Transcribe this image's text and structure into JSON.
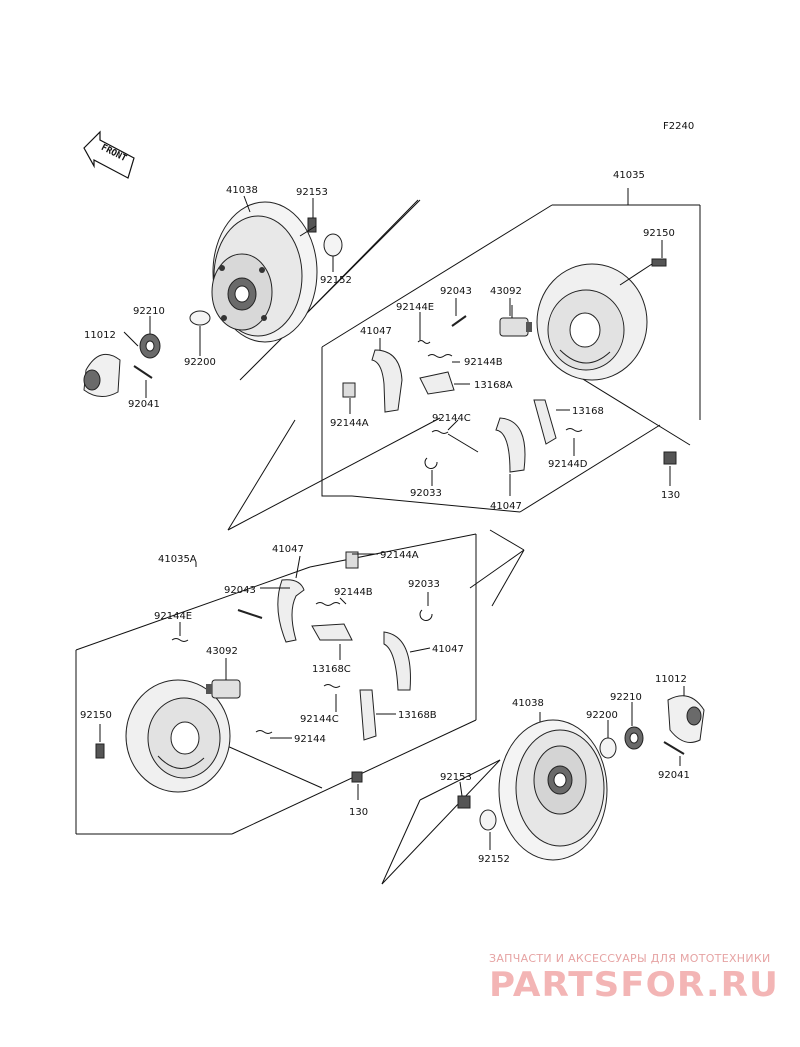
{
  "figure_code": "F2240",
  "front_label": "FRONT",
  "labels": {
    "upper_drum": "41038",
    "upper_bolt": "92153",
    "upper_washer": "92152",
    "upper_bearing": "92210",
    "upper_cap": "11012",
    "upper_spacer": "92200",
    "upper_pin": "92041",
    "upper_assy": "41035",
    "upper_panel_bolt": "92150",
    "upper_bleeder": "92043",
    "upper_cylinder": "43092",
    "upper_spring_e": "92144E",
    "upper_spring_b": "92144B",
    "upper_shoe_a": "41047",
    "upper_lever_a": "13168A",
    "upper_clip": "92144A",
    "upper_spring_c": "92144C",
    "upper_lever": "13168",
    "upper_spring_d": "92144D",
    "upper_retainer": "92033",
    "upper_shoe_b": "41047",
    "upper_nut": "130",
    "lower_assy": "41035A",
    "lower_shoe_a": "41047",
    "lower_clip": "92144A",
    "lower_bleeder": "92043",
    "lower_spring_b": "92144B",
    "lower_retainer": "92033",
    "lower_spring_e": "92144E",
    "lower_cylinder": "43092",
    "lower_lever_c": "13168C",
    "lower_shoe_b": "41047",
    "lower_panel_bolt": "92150",
    "lower_spring_c": "92144C",
    "lower_lever_b": "13168B",
    "lower_spring": "92144",
    "lower_nut": "130",
    "lower_drum": "41038",
    "lower_spacer": "92200",
    "lower_bearing": "92210",
    "lower_cap": "11012",
    "lower_pin": "92041",
    "lower_bolt": "92153",
    "lower_washer": "92152"
  },
  "watermark": {
    "tagline": "ЗАПЧАСТИ И АКСЕССУАРЫ ДЛЯ МОТОТЕХНИКИ",
    "brand": "PARTSFOR.RU"
  }
}
